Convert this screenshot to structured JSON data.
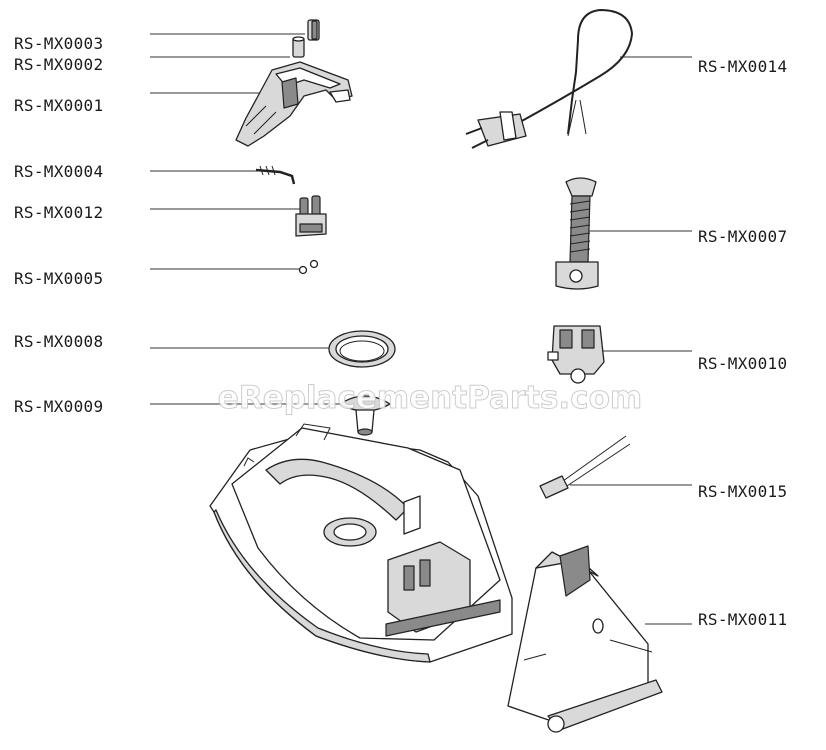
{
  "watermark": "eReplacementParts.com",
  "parts": [
    {
      "id": "p3",
      "label": "RS-MX0003"
    },
    {
      "id": "p2",
      "label": "RS-MX0002"
    },
    {
      "id": "p1",
      "label": "RS-MX0001"
    },
    {
      "id": "p4",
      "label": "RS-MX0004"
    },
    {
      "id": "p12",
      "label": "RS-MX0012"
    },
    {
      "id": "p5",
      "label": "RS-MX0005"
    },
    {
      "id": "p8",
      "label": "RS-MX0008"
    },
    {
      "id": "p9",
      "label": "RS-MX0009"
    },
    {
      "id": "p14",
      "label": "RS-MX0014"
    },
    {
      "id": "p7",
      "label": "RS-MX0007"
    },
    {
      "id": "p10",
      "label": "RS-MX0010"
    },
    {
      "id": "p15",
      "label": "RS-MX0015"
    },
    {
      "id": "p11",
      "label": "RS-MX0011"
    }
  ]
}
